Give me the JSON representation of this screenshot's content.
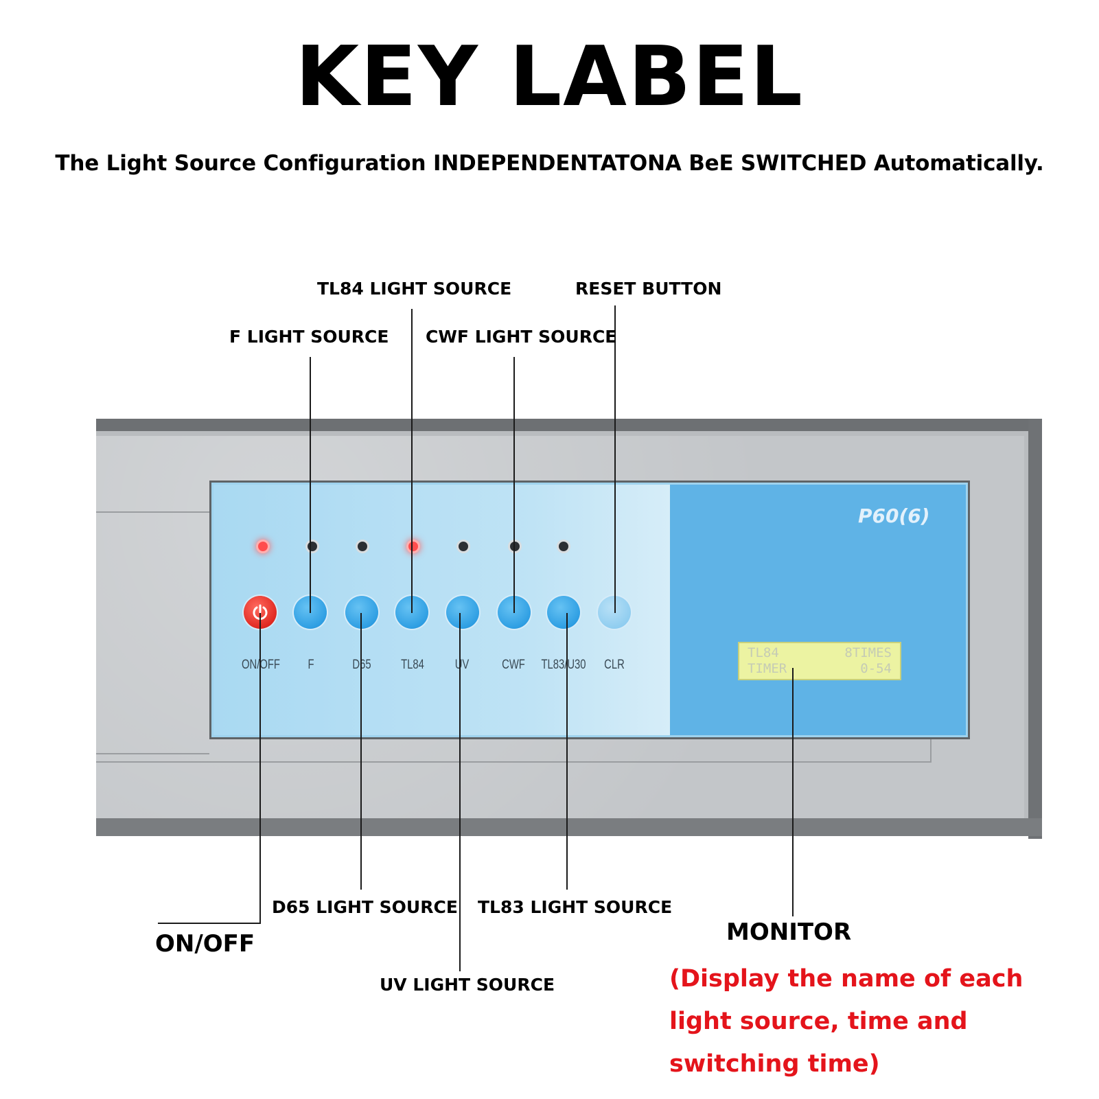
{
  "header": {
    "title": "KEY LABEL",
    "subtitle": "The Light Source Configuration INDEPENDENTATONA BeE SWITCHED Automatically."
  },
  "device": {
    "model": "P60(6)",
    "display": {
      "row1_left": "TL84",
      "row1_right": "8TIMES",
      "row2_left": "TIMER",
      "row2_right": "0-54"
    },
    "indicators": [
      {
        "id": "onoff",
        "state": "on"
      },
      {
        "id": "f",
        "state": "off"
      },
      {
        "id": "d65",
        "state": "off"
      },
      {
        "id": "tl84",
        "state": "on"
      },
      {
        "id": "uv",
        "state": "off"
      },
      {
        "id": "cwf",
        "state": "off"
      },
      {
        "id": "tl83",
        "state": "off"
      }
    ],
    "buttons": [
      {
        "label": "ON/OFF",
        "kind": "power"
      },
      {
        "label": "F",
        "kind": "light"
      },
      {
        "label": "D65",
        "kind": "light"
      },
      {
        "label": "TL84",
        "kind": "light"
      },
      {
        "label": "UV",
        "kind": "light"
      },
      {
        "label": "CWF",
        "kind": "light"
      },
      {
        "label": "TL83/U30",
        "kind": "light"
      },
      {
        "label": "CLR",
        "kind": "reset"
      }
    ]
  },
  "callouts": {
    "tl84": "TL84 LIGHT SOURCE",
    "reset": "RESET BUTTON",
    "f": "F LIGHT SOURCE",
    "cwf": "CWF LIGHT SOURCE",
    "d65": "D65 LIGHT SOURCE",
    "tl83": "TL83 LIGHT SOURCE",
    "onoff": "ON/OFF",
    "uv": "UV LIGHT SOURCE",
    "monitor": "MONITOR"
  },
  "monitor_note": {
    "line1": "(Display the name of each",
    "line2": "light source, time and",
    "line3": "switching time)"
  },
  "colors": {
    "note_red": "#e4141b",
    "button_blue": "#2f9fe3",
    "power_red": "#e12a22",
    "panel_blue": "#9fd3ee"
  }
}
